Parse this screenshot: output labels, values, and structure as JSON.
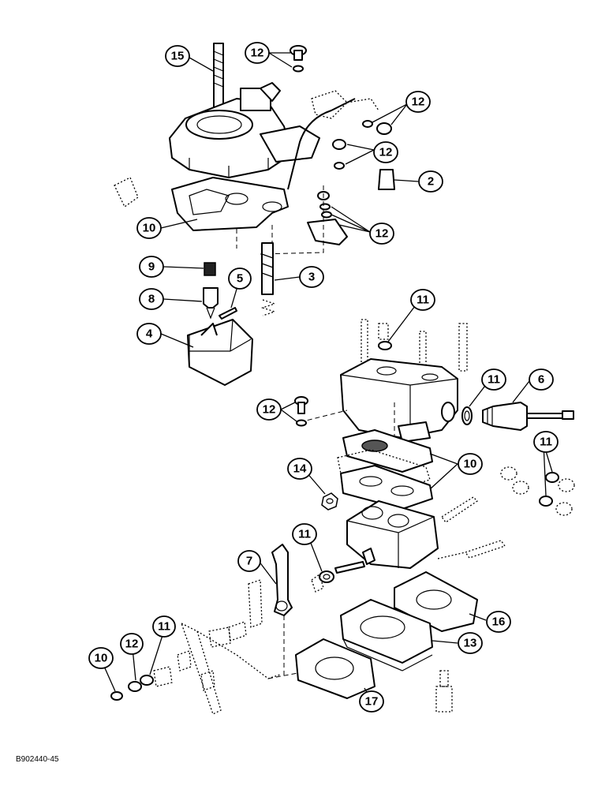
{
  "drawing_ref": "B902440-45",
  "callouts": [
    {
      "id": "c15a",
      "label": "15"
    },
    {
      "id": "c12a",
      "label": "12"
    },
    {
      "id": "c12b",
      "label": "12"
    },
    {
      "id": "c12c",
      "label": "12"
    },
    {
      "id": "c2",
      "label": "2"
    },
    {
      "id": "c10a",
      "label": "10"
    },
    {
      "id": "c12d",
      "label": "12"
    },
    {
      "id": "c9",
      "label": "9"
    },
    {
      "id": "c5",
      "label": "5"
    },
    {
      "id": "c3",
      "label": "3"
    },
    {
      "id": "c8",
      "label": "8"
    },
    {
      "id": "c4",
      "label": "4"
    },
    {
      "id": "c11a",
      "label": "11"
    },
    {
      "id": "c11b",
      "label": "11"
    },
    {
      "id": "c6",
      "label": "6"
    },
    {
      "id": "c12e",
      "label": "12"
    },
    {
      "id": "c11c",
      "label": "11"
    },
    {
      "id": "c10b",
      "label": "10"
    },
    {
      "id": "c14",
      "label": "14"
    },
    {
      "id": "c11d",
      "label": "11"
    },
    {
      "id": "c7",
      "label": "7"
    },
    {
      "id": "c16",
      "label": "16"
    },
    {
      "id": "c13",
      "label": "13"
    },
    {
      "id": "c11e",
      "label": "11"
    },
    {
      "id": "c12f",
      "label": "12"
    },
    {
      "id": "c10c",
      "label": "10"
    },
    {
      "id": "c17",
      "label": "17"
    }
  ]
}
